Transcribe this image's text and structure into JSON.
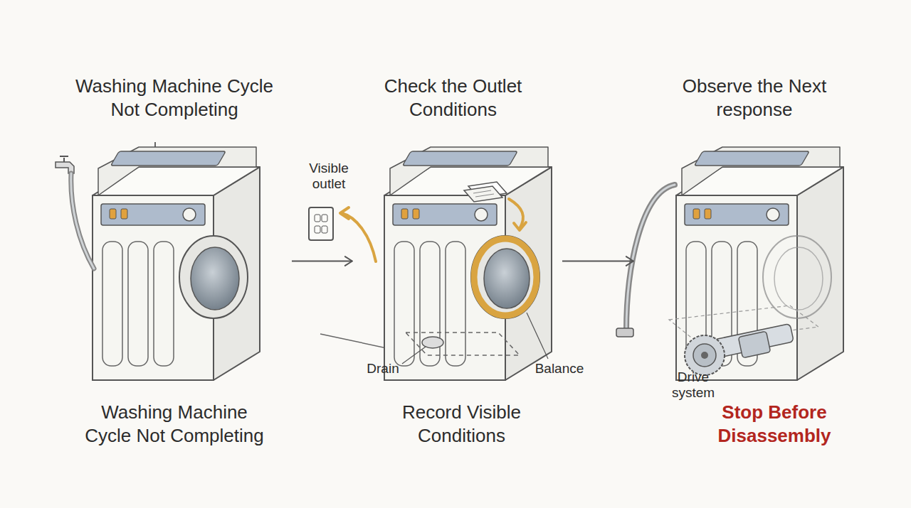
{
  "diagram": {
    "nodes": [
      {
        "text": [
          "Washing Machine Cycle Not Completing",
          "Washing Machine Cycle Not Completing"
        ]
      },
      {
        "text": [
          "Check the Outlet Conditions",
          "Record Visible Conditions"
        ]
      },
      {
        "text": [
          "Observe the Next response",
          "Stop Before Disassembly"
        ]
      }
    ],
    "edges": [
      {
        "from": 0,
        "to": 1,
        "arrow": "to"
      },
      {
        "from": 1,
        "to": 2,
        "arrow": "to"
      }
    ],
    "labels": [
      "Visible outlet",
      "Drain",
      "Balance",
      "Drive system"
    ]
  }
}
